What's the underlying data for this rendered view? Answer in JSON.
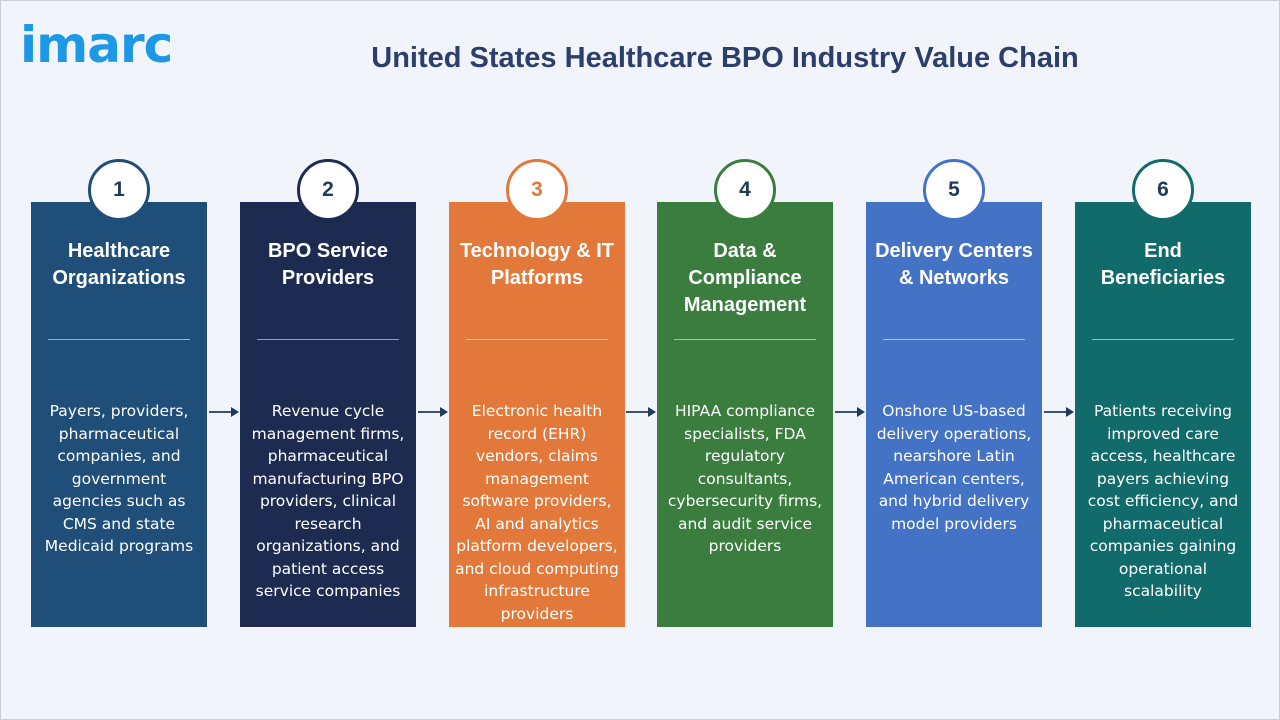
{
  "logo": "imarc",
  "title": "United States Healthcare BPO Industry Value Chain",
  "stages": [
    {
      "number": "1",
      "title": "Healthcare Organizations",
      "description": "Payers, providers, pharmaceutical companies, and government agencies such as CMS and state Medicaid programs",
      "color": "#1f4e79",
      "badge_color": "#1f4e79"
    },
    {
      "number": "2",
      "title": "BPO Service Providers",
      "description": "Revenue cycle management firms, pharmaceutical manufacturing BPO providers, clinical research organizations, and patient access service companies",
      "color": "#1c2b4f",
      "badge_color": "#1c2b4f"
    },
    {
      "number": "3",
      "title": "Technology & IT Platforms",
      "description": "Electronic health record (EHR) vendors, claims management software providers, AI and analytics platform developers, and cloud computing infrastructure providers",
      "color": "#e2793a",
      "badge_color": "#e2793a"
    },
    {
      "number": "4",
      "title": "Data & Compliance Management",
      "description": "HIPAA compliance specialists, FDA regulatory consultants, cybersecurity firms, and audit service providers",
      "color": "#3a7d3e",
      "badge_color": "#3a7d3e"
    },
    {
      "number": "5",
      "title": "Delivery Centers & Networks",
      "description": "Onshore US-based delivery operations, nearshore Latin American centers, and hybrid delivery model providers",
      "color": "#4472c4",
      "badge_color": "#4472c4"
    },
    {
      "number": "6",
      "title": "End Beneficiaries",
      "description": "Patients receiving improved care access, healthcare payers achieving cost efficiency, and pharmaceutical companies gaining operational scalability",
      "color": "#126b6b",
      "badge_color": "#126b6b"
    }
  ],
  "arrow_color": "#1f3b5c"
}
